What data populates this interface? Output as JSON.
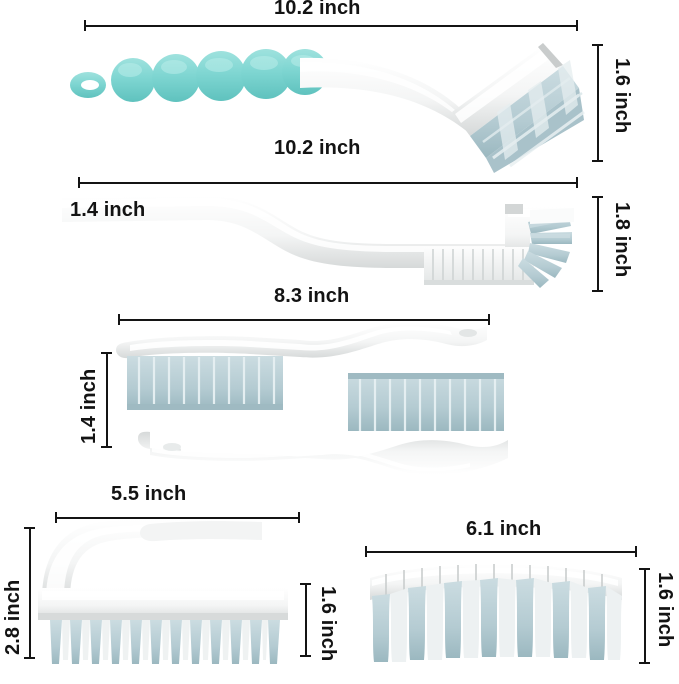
{
  "image": {
    "background_color": "#ffffff",
    "title": "Cleaning brush set dimension diagram",
    "unit": "inch"
  },
  "palette": {
    "mint_handle": "#7FD6D2",
    "mint_handle_dark": "#63C6C2",
    "bristle_blue": "#B7CED4",
    "bristle_blue_dark": "#9DBAC2",
    "bristle_white": "#F2F4F4",
    "plastic_white": "#FAFAFA",
    "plastic_shadow": "#D8DADA",
    "line_color": "#141414",
    "text_color": "#131313"
  },
  "items": [
    {
      "id": "brush-1",
      "name": "long-handle-angled-scrub-brush",
      "length_label": "10.2 inch",
      "height_label": "1.6 inch",
      "handle_color": "#7FD6D2",
      "bristle_color": "#B7CED4"
    },
    {
      "id": "brush-2",
      "name": "long-handle-grout-brush",
      "length_label": "10.2 inch",
      "height_label": "1.8 inch",
      "width_label": "1.4 inch",
      "handle_color": "#FAFAFA",
      "bristle_color": "#F2F4F4"
    },
    {
      "id": "brush-3",
      "name": "toothbrush-style-detail-brush-pair",
      "length_label": "8.3 inch",
      "height_label": "1.4 inch",
      "handle_color": "#FAFAFA",
      "bristle_color": "#B7CED4",
      "count": 2
    },
    {
      "id": "brush-4",
      "name": "iron-shaped-scrub-brush",
      "length_label": "5.5 inch",
      "height_label": "2.8 inch",
      "head_height_label": "1.6 inch",
      "handle_color": "#FAFAFA",
      "bristle_color": "#B7CED4"
    },
    {
      "id": "brush-5",
      "name": "wide-curved-bristle-brush",
      "length_label": "6.1 inch",
      "height_label": "1.6 inch",
      "handle_color": "#FAFAFA",
      "bristle_color": "#B7CED4"
    }
  ],
  "labels": {
    "b1_len": "10.2 inch",
    "b1_h": "1.6 inch",
    "b2_len": "10.2 inch",
    "b2_h": "1.8 inch",
    "b2_w": "1.4 inch",
    "b3_len": "8.3 inch",
    "b3_h": "1.4 inch",
    "b4_len": "5.5 inch",
    "b4_h": "2.8 inch",
    "b4_head_h": "1.6 inch",
    "b5_len": "6.1 inch",
    "b5_h": "1.6 inch"
  }
}
